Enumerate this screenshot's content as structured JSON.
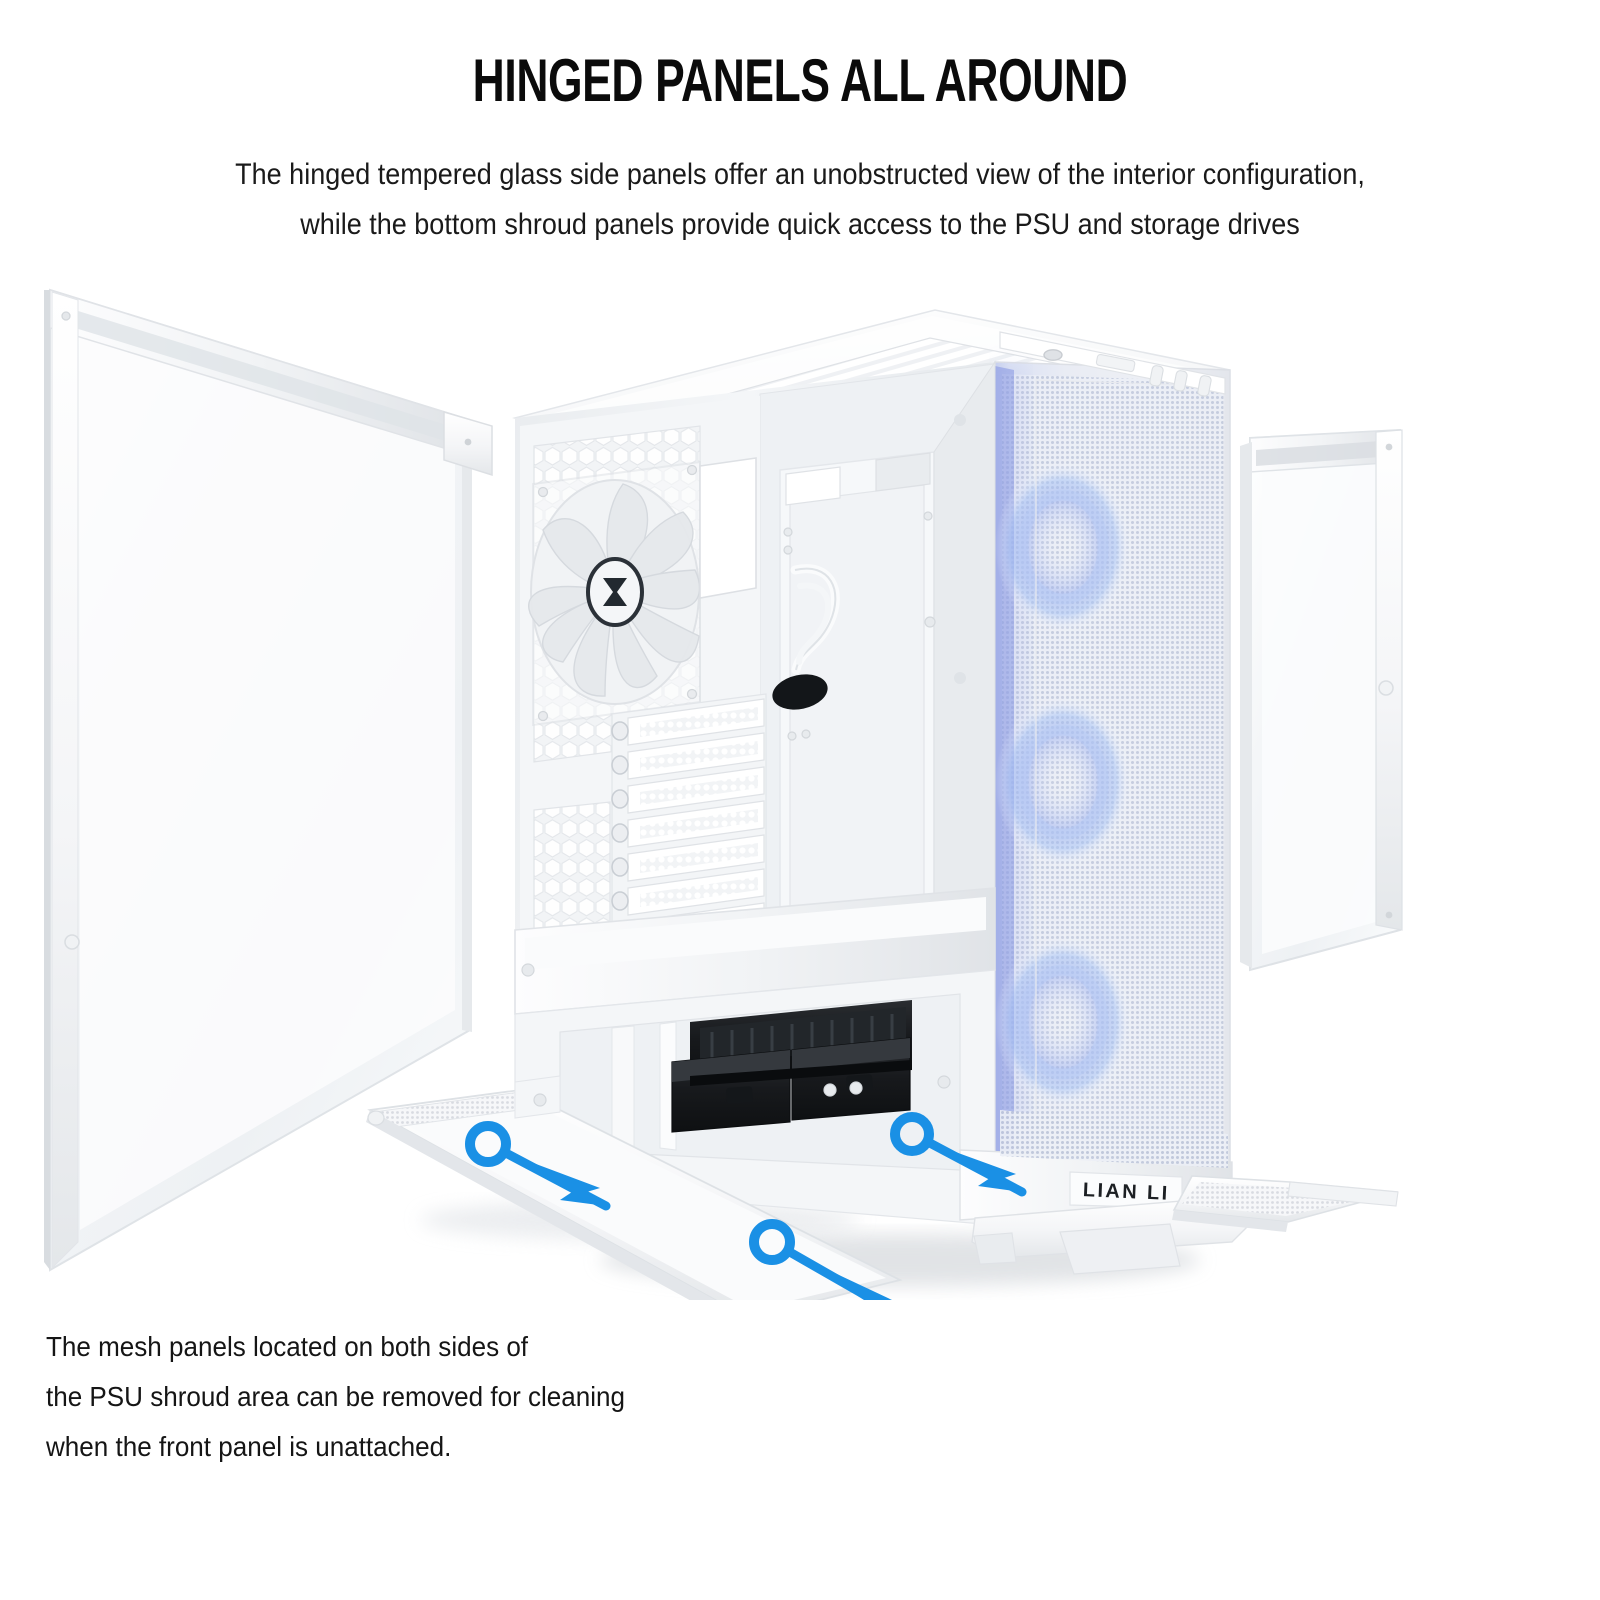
{
  "page": {
    "background_color": "#ffffff",
    "headline": "HINGED PANELS ALL AROUND",
    "subtitle_line_1": "The hinged tempered glass side panels offer an unobstructed view of the interior configuration,",
    "subtitle_line_2": "while the bottom shroud panels provide quick access to the PSU and storage drives",
    "caption_line_1": "The mesh panels located on both sides of",
    "caption_line_2": "the PSU shroud area can be removed for cleaning",
    "caption_line_3": "when the front panel is unattached."
  },
  "colors": {
    "headline": "#0b0b0b",
    "body_text": "#1a1a1a",
    "callout_blue": "#1a90e5",
    "chassis_white": "#f7f8f9",
    "chassis_shadow": "#dfe2e5",
    "rgb_glow": "#9aa8e8",
    "drive_black": "#1b1d20"
  },
  "product": {
    "brand": "LIAN LI",
    "front_badge": "LIAN LI",
    "fan_hub_logo": "lian-li-logo",
    "panels": {
      "left_glass": "Hinged tempered glass side panel (open, left)",
      "right_glass": "Hinged tempered glass side panel (open, right)",
      "front_mesh": "Perforated front mesh panel with ARGB fans",
      "bottom_left_shroud": "Hinged bottom PSU shroud mesh panel (left)",
      "bottom_right_shroud": "Hinged bottom PSU shroud mesh panel (right)"
    },
    "interior": {
      "rear_fan": "120mm rear exhaust fan",
      "pcie_slots": 7,
      "drive_bays": "Removable black HDD trays in shroud",
      "motherboard_tray": "Motherboard tray with cable routing cutouts"
    },
    "top_io": {
      "power_button": "power-button",
      "ports": [
        "usb-port",
        "usb-port",
        "usb-port",
        "audio-jack"
      ]
    }
  },
  "callouts": [
    {
      "id": "callout-left-shroud",
      "target": "bottom-left-shroud-panel",
      "direction": "down-right"
    },
    {
      "id": "callout-right-shroud",
      "target": "bottom-right-shroud-panel",
      "direction": "down-right"
    },
    {
      "id": "callout-front-bottom",
      "target": "front-bottom-mesh",
      "direction": "down-right"
    }
  ]
}
